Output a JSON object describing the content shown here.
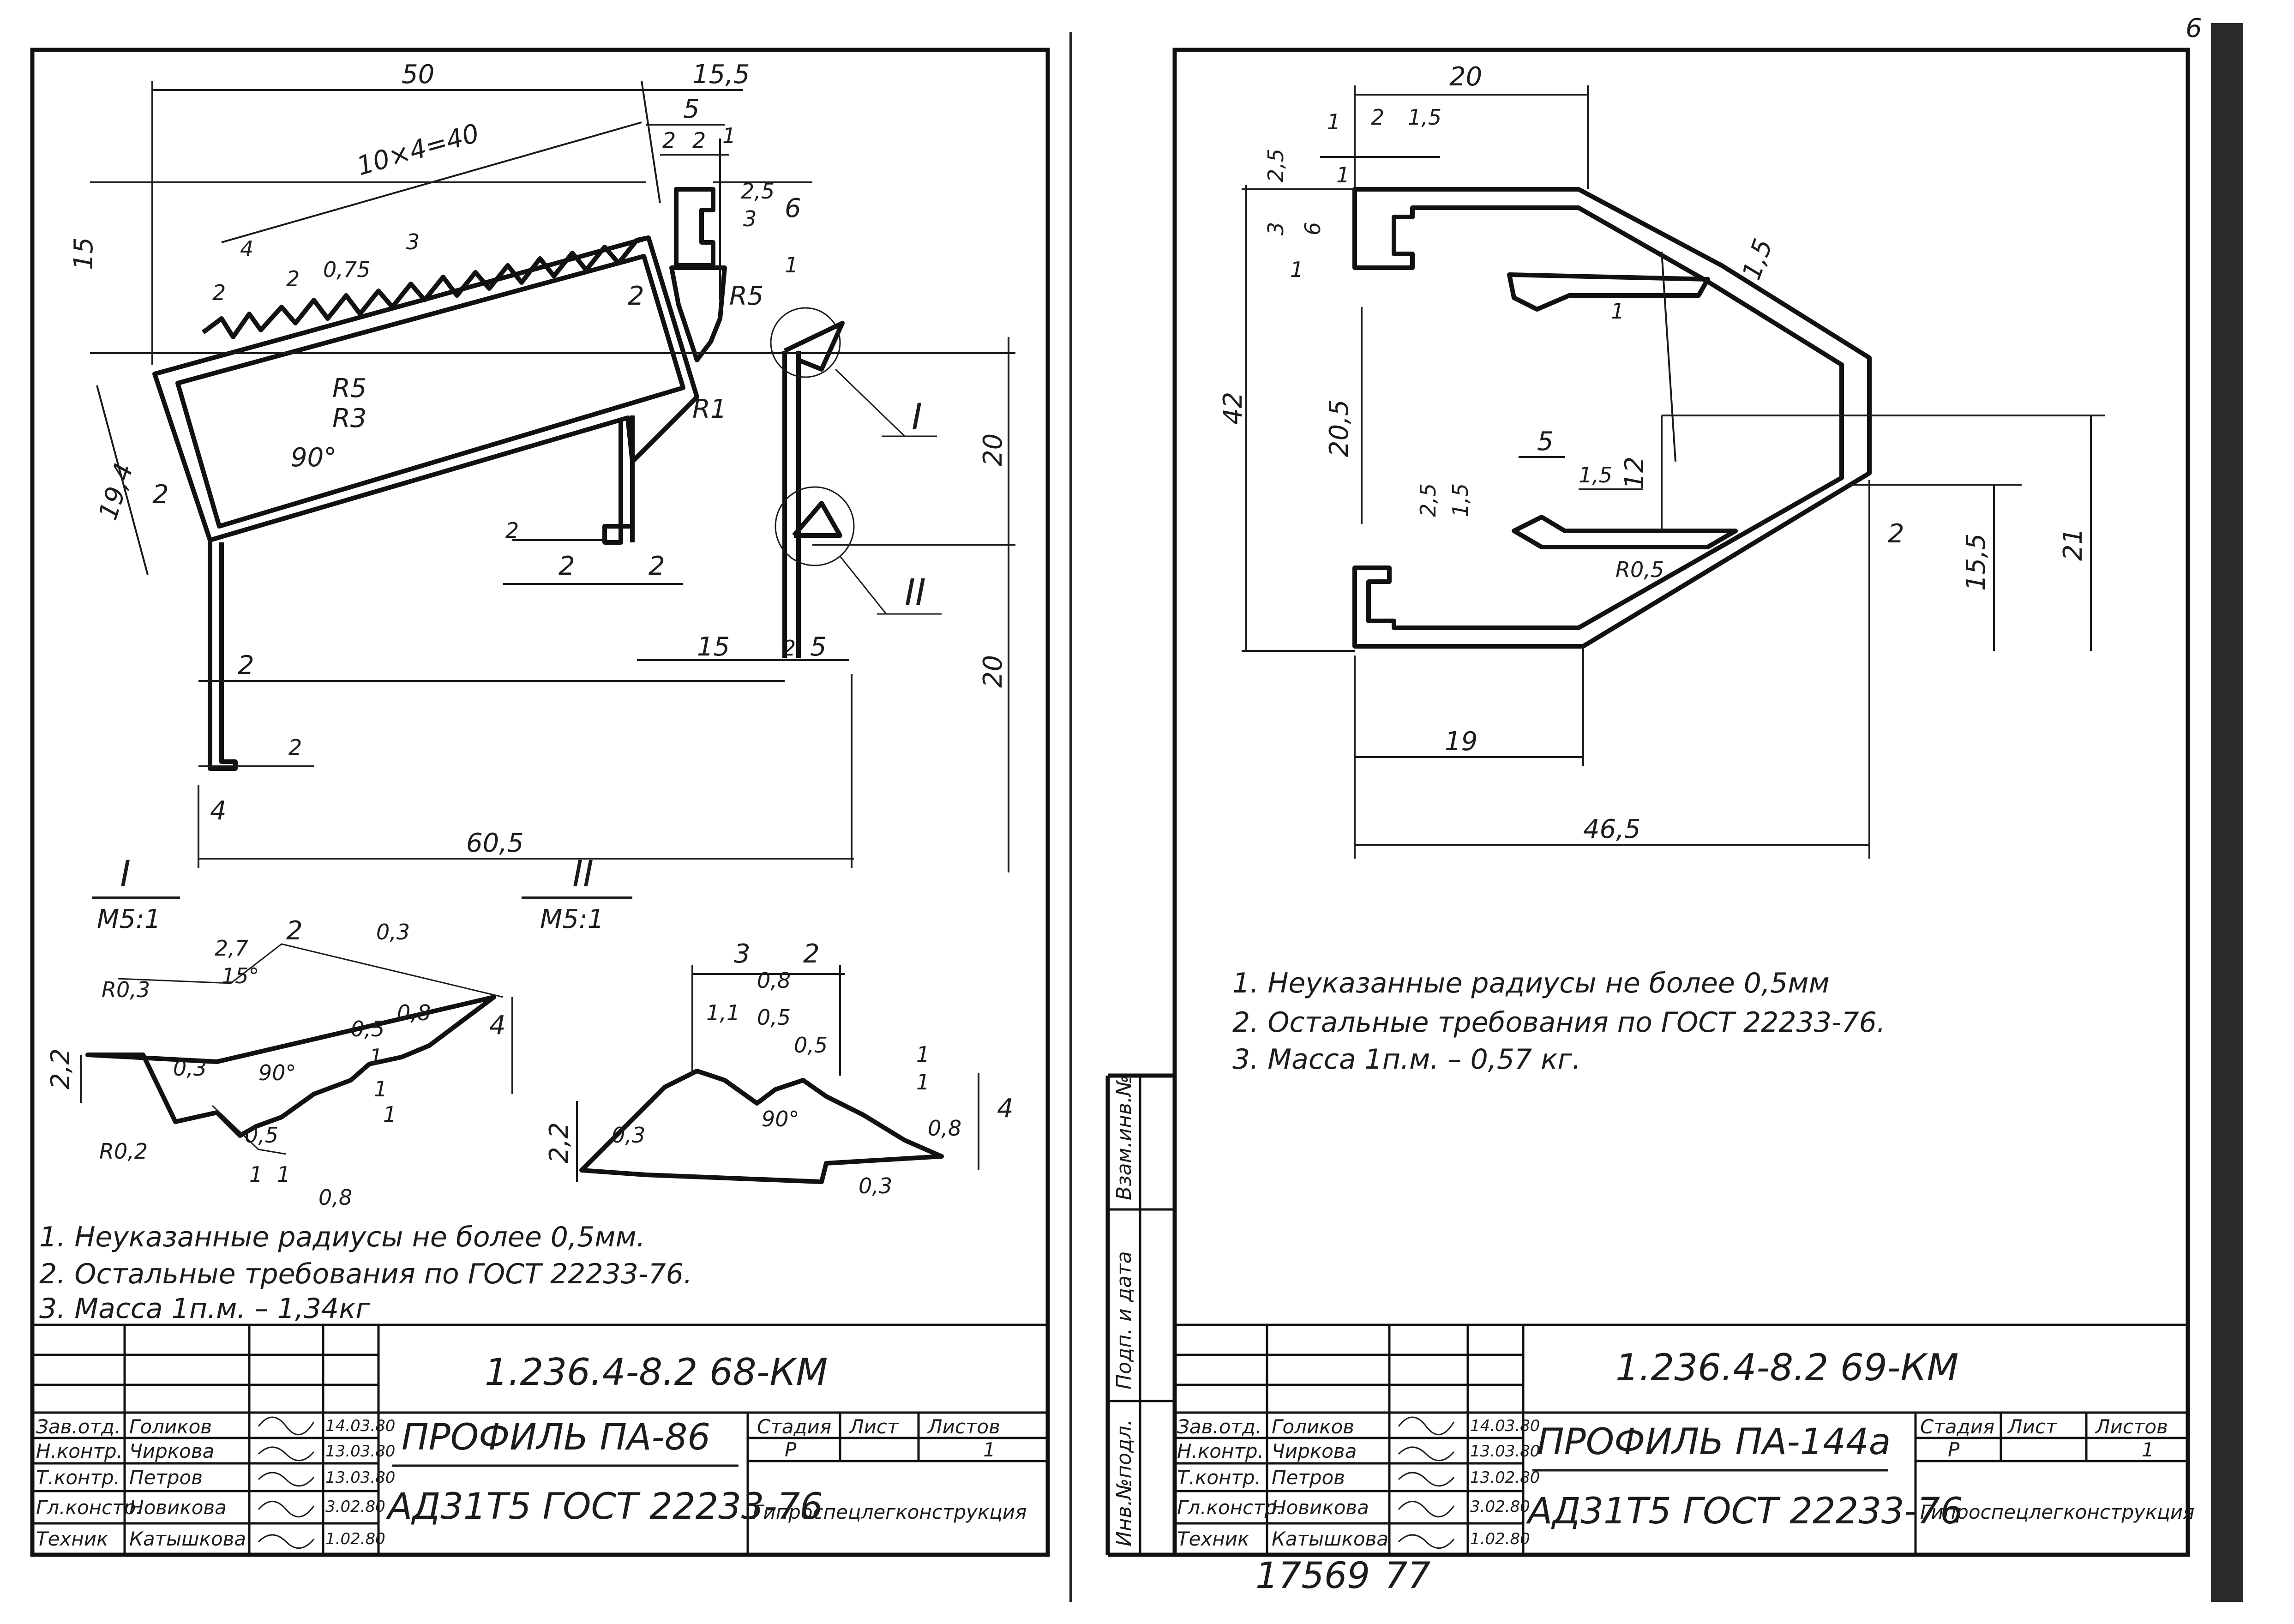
{
  "sheet_left": {
    "section_I_label": "I",
    "section_I_scale": "M5:1",
    "section_II_label": "II",
    "section_II_scale": "M5:1",
    "dims": [
      "50",
      "15,5",
      "10×4=40",
      "5",
      "2",
      "2",
      "1",
      "2,5",
      "3",
      "6",
      "1",
      "15",
      "4",
      "2",
      "0,75",
      "2",
      "3",
      "2",
      "R5",
      "R5",
      "R3",
      "90°",
      "R1",
      "19,4",
      "2",
      "2",
      "2",
      "2",
      "20",
      "15",
      "2",
      "5",
      "2",
      "20",
      "2",
      "4",
      "60,5"
    ],
    "detail_I_dims": [
      "2,7",
      "2",
      "0,3",
      "R0,3",
      "15°",
      "0,5",
      "0,8",
      "4",
      "2,2",
      "0,3",
      "90°",
      "1",
      "1",
      "1",
      "R0,2",
      "0,5",
      "1",
      "1",
      "0,8"
    ],
    "detail_II_dims": [
      "3",
      "2",
      "0,8",
      "1,1",
      "0,5",
      "0,5",
      "1",
      "1",
      "2,2",
      "0,3",
      "90°",
      "0,8",
      "4",
      "0,3"
    ],
    "notes": [
      "1. Неуказанные радиусы не более 0,5мм.",
      "2. Остальные требования по ГОСТ 22233-76.",
      "3. Масса 1п.м. – 1,34кг"
    ],
    "code": "1.236.4-8.2 68-КМ",
    "title": "ПРОФИЛЬ ПА-86",
    "material": "АД31Т5 ГОСТ 22233-76",
    "stage_header": [
      "Стадия",
      "Лист",
      "Листов"
    ],
    "stage_values": [
      "Р",
      "",
      "1"
    ],
    "org": "Гипроспецлегконструкция",
    "signers": [
      {
        "role": "Зав.отд.",
        "name": "Голиков",
        "date": "14.03.80"
      },
      {
        "role": "Н.контр.",
        "name": "Чиркова",
        "date": "13.03.80"
      },
      {
        "role": "Т.контр.",
        "name": "Петров",
        "date": "13.03.80"
      },
      {
        "role": "Гл.констр.",
        "name": "Новикова",
        "date": "3.02.80"
      },
      {
        "role": "Техник",
        "name": "Катышкова",
        "date": "1.02.80"
      }
    ]
  },
  "sheet_right": {
    "dims": [
      "20",
      "1",
      "2",
      "1,5",
      "2,5",
      "1",
      "3",
      "6",
      "1",
      "1,5",
      "1",
      "42",
      "20,5",
      "5",
      "1,5",
      "2,5",
      "1,5",
      "12",
      "R0,5",
      "2",
      "15,5",
      "21",
      "19",
      "46,5"
    ],
    "notes": [
      "1. Неуказанные радиусы не более 0,5мм",
      "2. Остальные требования по ГОСТ 22233-76.",
      "3. Масса 1п.м. – 0,57 кг."
    ],
    "code": "1.236.4-8.2 69-КМ",
    "title": "ПРОФИЛЬ ПА-144а",
    "material": "АД31Т5 ГОСТ 22233-76",
    "stage_header": [
      "Стадия",
      "Лист",
      "Листов"
    ],
    "stage_values": [
      "Р",
      "",
      "1"
    ],
    "org": "Гипроспецлегконструкция",
    "signers": [
      {
        "role": "Зав.отд.",
        "name": "Голиков",
        "date": "14.03.80"
      },
      {
        "role": "Н.контр.",
        "name": "Чиркова",
        "date": "13.03.80"
      },
      {
        "role": "Т.контр.",
        "name": "Петров",
        "date": "13.02.80"
      },
      {
        "role": "Гл.констр.",
        "name": "Новикова",
        "date": "3.02.80"
      },
      {
        "role": "Техник",
        "name": "Катышкова",
        "date": "1.02.80"
      }
    ],
    "side_labels": [
      "Взам.инв.№",
      "Подп. и дата",
      "Инв.№подл."
    ],
    "page_number": "6"
  },
  "footer": {
    "number": "17569",
    "page": "77"
  }
}
